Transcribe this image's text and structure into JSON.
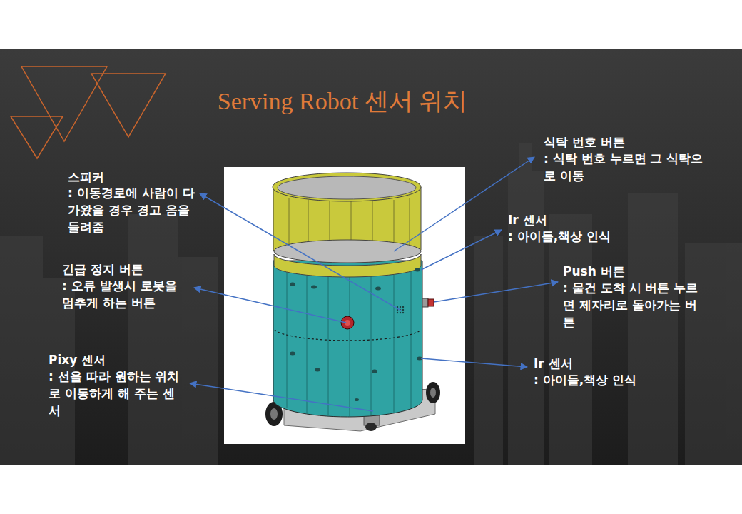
{
  "diagram": {
    "title": "Serving Robot 센서 위치",
    "labels": [
      "스피커",
      ": 이동경로에 사람이 다가왔을 경우 경고 음을 들려줌",
      "긴급 정지 버튼",
      ": 오류 발생시 로봇을 멈추게 하는 버튼",
      "Pixy 센서",
      ": 선을 따라 원하는 위치로 이동하게 해 주는 센서",
      "식탁 번호 버튼",
      ": 식탁 번호 누르면 그 식탁으 로 이동",
      "Ir 센서",
      ": 아이들,책상 인식",
      "Push 버튼",
      ": 물건 도착 시 버튼 누르 면 제자리로 돌아가는 버 튼",
      "Ir 센서",
      ": 아이들,책상 인식"
    ]
  }
}
